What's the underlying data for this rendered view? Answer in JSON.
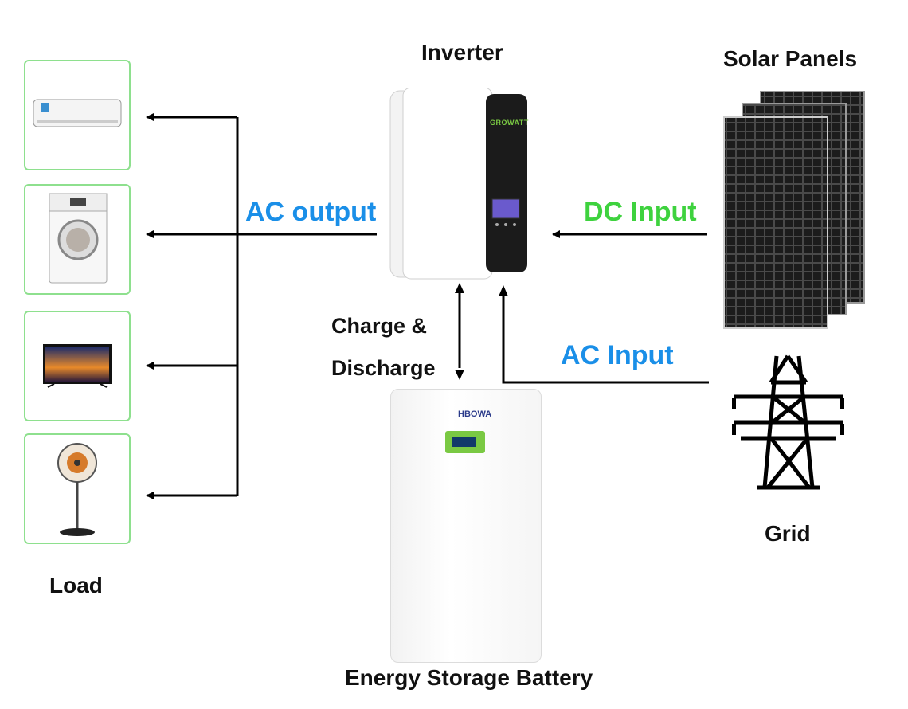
{
  "labels": {
    "inverter": "Inverter",
    "solar_panels": "Solar Panels",
    "ac_output": "AC output",
    "dc_input": "DC Input",
    "charge_line1": "Charge &",
    "charge_line2": "Discharge",
    "ac_input": "AC Input",
    "grid": "Grid",
    "load": "Load",
    "battery": "Energy Storage Battery"
  },
  "branding": {
    "inverter_brand": "GROWATT",
    "battery_brand": "HBOWA"
  },
  "loads": [
    {
      "icon": "air-conditioner-icon"
    },
    {
      "icon": "washing-machine-icon"
    },
    {
      "icon": "television-icon"
    },
    {
      "icon": "standing-fan-icon"
    }
  ],
  "colors": {
    "ac_output": "#1a8fe8",
    "dc_input": "#3ed23e",
    "ac_input": "#1a8fe8",
    "load_border": "#8ee08e",
    "battery_display": "#7ac943"
  }
}
